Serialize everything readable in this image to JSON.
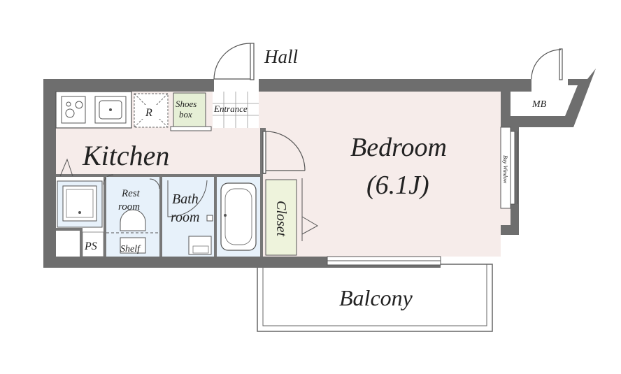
{
  "labels": {
    "hall": "Hall",
    "kitchen": "Kitchen",
    "bedroom": "Bedroom",
    "bedroom_size": "(6.1J)",
    "balcony": "Balcony",
    "mb": "MB",
    "bay_window": "Bay Window",
    "shoes_line1": "Shoes",
    "shoes_line2": "box",
    "entrance": "Entrance",
    "refrigerator": "R",
    "rest_line1": "Rest",
    "rest_line2": "room",
    "bath_line1": "Bath",
    "bath_line2": "room",
    "closet": "Closet",
    "ps": "PS",
    "shelf": "Shelf"
  },
  "colors": {
    "wall": "#6e6e6e",
    "bedroom_floor": "#f6ecea",
    "kitchen_floor": "#f6ecea",
    "wet_floor": "#e7f1fa",
    "shoes_box": "#e6efd6",
    "closet": "#eef3dc",
    "entrance_tile": "#ffffff",
    "line": "#555555"
  }
}
